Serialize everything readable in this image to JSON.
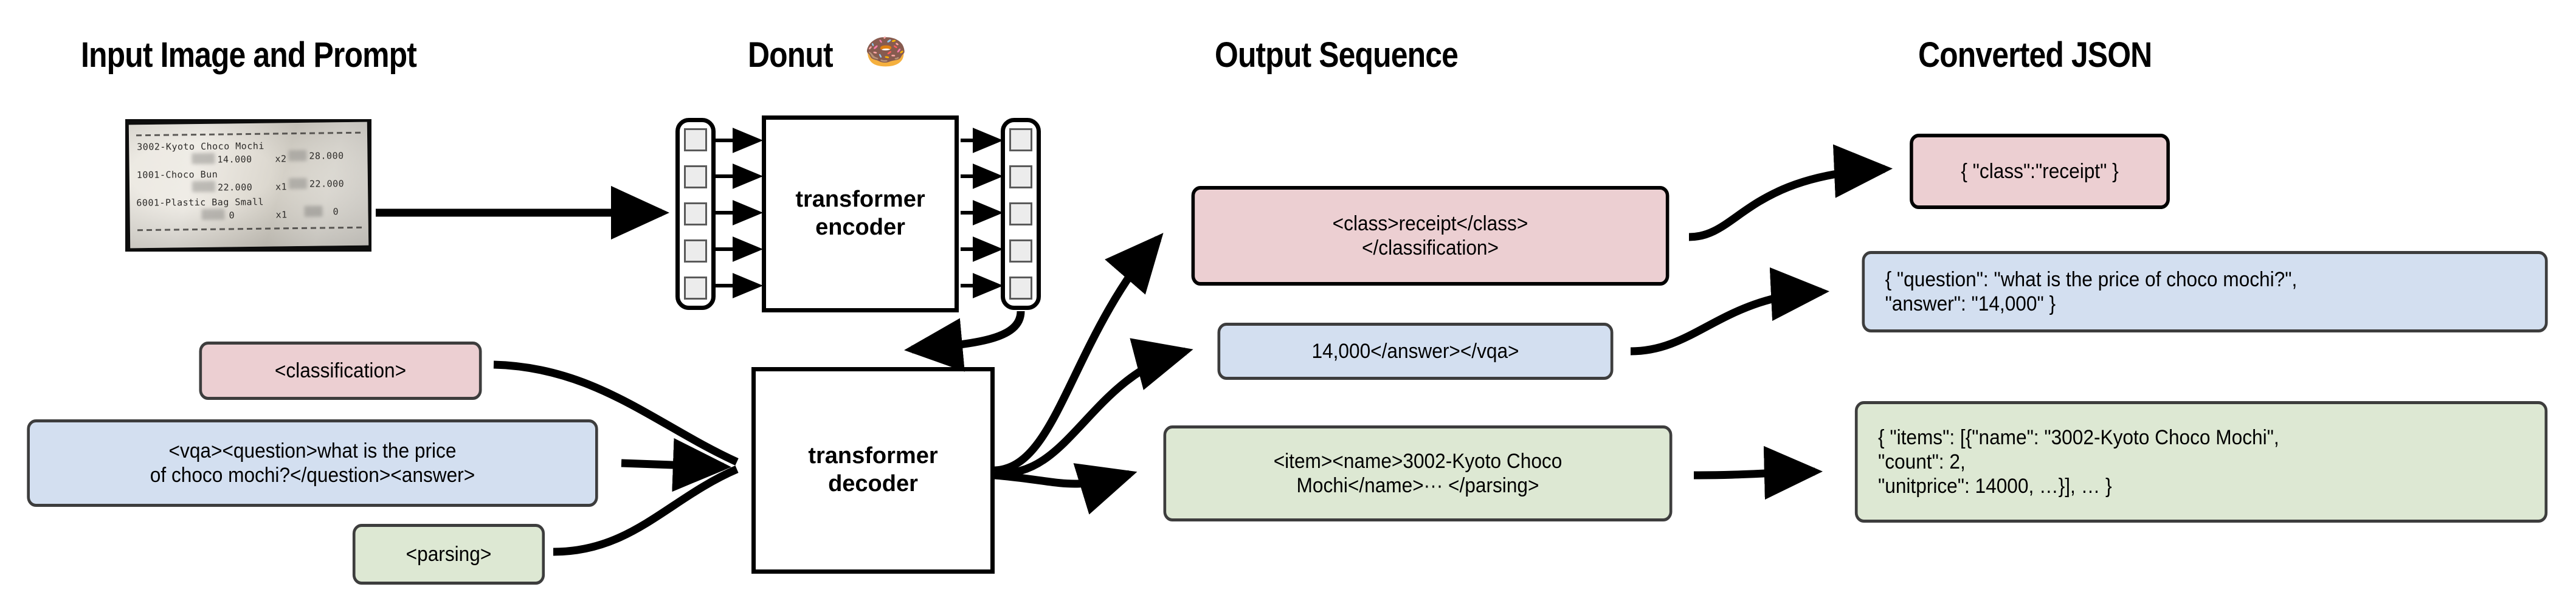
{
  "headings": [
    {
      "id": "input-image-and-prompt",
      "text": "Input Image and Prompt"
    },
    {
      "id": "donut",
      "text": "Donut"
    },
    {
      "id": "output-sequence",
      "text": "Output Sequence"
    },
    {
      "id": "converted-json",
      "text": "Converted JSON"
    }
  ],
  "donut_icon": "🍩",
  "receipt": {
    "lines": [
      "3002-Kyoto Choco Mochi",
      "       14.000    x2",
      "1001-Choco Bun",
      "       22.000    x1",
      "6001-Plastic Bag Small",
      "            0    x1"
    ],
    "right_column": [
      "28.000",
      "22.000",
      "0"
    ],
    "item_names": [
      "3002-Kyoto Choco Mochi",
      "1001-Choco Bun",
      "6001-Plastic Bag Small"
    ],
    "unit_prices": [
      "14.000",
      "22.000",
      "0"
    ],
    "counts": [
      "x2",
      "x1",
      "x1"
    ],
    "totals": [
      "28.000",
      "22.000",
      "0"
    ]
  },
  "model": {
    "encoder_label": "transformer\nencoder",
    "decoder_label": "transformer\ndecoder",
    "encoder_input_tokens": 5,
    "encoder_output_tokens": 5
  },
  "prompts": [
    {
      "id": "classification-prompt",
      "color": "pink",
      "text": "<classification>"
    },
    {
      "id": "vqa-prompt",
      "color": "blue",
      "text": "<vqa><question>what is the price\nof choco mochi?</question><answer>"
    },
    {
      "id": "parsing-prompt",
      "color": "green",
      "text": "<parsing>"
    }
  ],
  "outputs": [
    {
      "id": "classification-output",
      "color": "pink",
      "text": "<class>receipt</class>\n</classification>"
    },
    {
      "id": "vqa-output",
      "color": "blue",
      "text": "14,000</answer></vqa>"
    },
    {
      "id": "parsing-output",
      "color": "green",
      "text": "<item><name>3002-Kyoto Choco\nMochi</name>··· </parsing>"
    }
  ],
  "json_results": [
    {
      "id": "classification-json",
      "color": "pink",
      "text": "{ \"class\":\"receipt\" }"
    },
    {
      "id": "vqa-json",
      "color": "blue",
      "text": "{ \"question\": \"what is the price of choco mochi?\",\n   \"answer\": \"14,000\" }"
    },
    {
      "id": "parsing-json",
      "color": "green",
      "text": "{ \"items\": [{\"name\": \"3002-Kyoto Choco Mochi\",\n     \"count\": 2,\n     \"unitprice\": 14000, …}], … }"
    }
  ],
  "colors": {
    "pink_fill": "#eccfd2",
    "blue_fill": "#d3dff0",
    "green_fill": "#dde8d3",
    "box_border": "#3d3d3d",
    "stroke": "#000000",
    "token_fill": "#ececec",
    "token_border": "#5a5a5a"
  }
}
